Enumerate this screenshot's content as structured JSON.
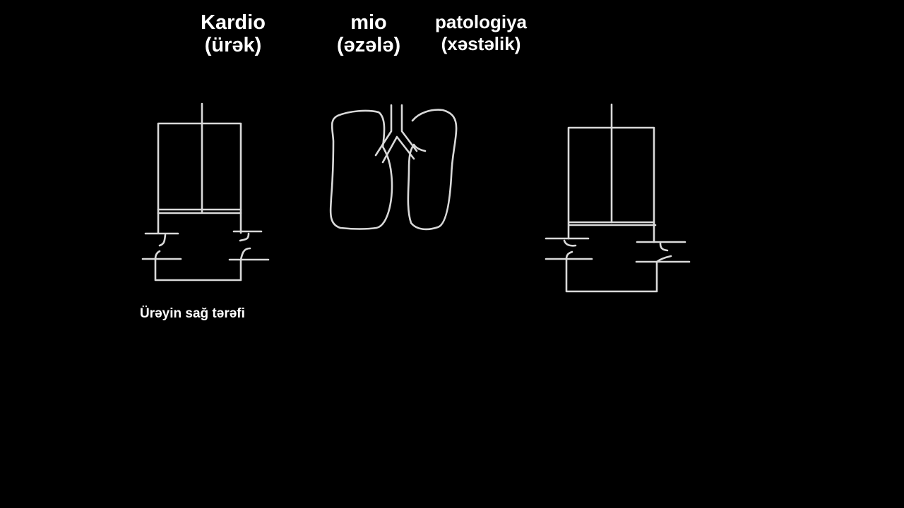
{
  "terms": [
    {
      "word": "Kardio",
      "meaning": "(ürək)"
    },
    {
      "word": "mio",
      "meaning": "(əzələ)"
    },
    {
      "word": "patologiya",
      "meaning": "(xəstəlik)"
    }
  ],
  "caption": "Ürəyin sağ tərəfi",
  "colors": {
    "background": "#000000",
    "text": "#ffffff",
    "line": "#d9d9d9"
  }
}
